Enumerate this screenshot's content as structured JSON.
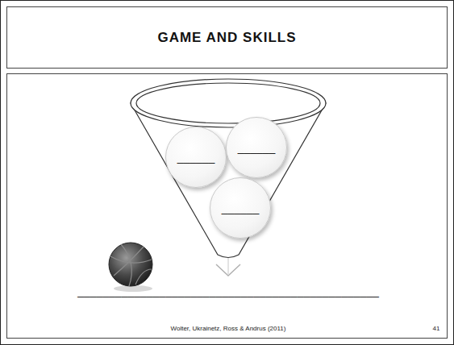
{
  "diagram": {
    "title": "GAME AND SKILLS",
    "nodes": [
      {
        "text": [
          "______"
        ]
      },
      {
        "text": [
          "______"
        ]
      },
      {
        "text": [
          "______"
        ]
      }
    ],
    "labels": [
      "________________________________________________",
      "Wolter, Ukrainetz, Ross & Andrus (2011)",
      "41"
    ]
  }
}
